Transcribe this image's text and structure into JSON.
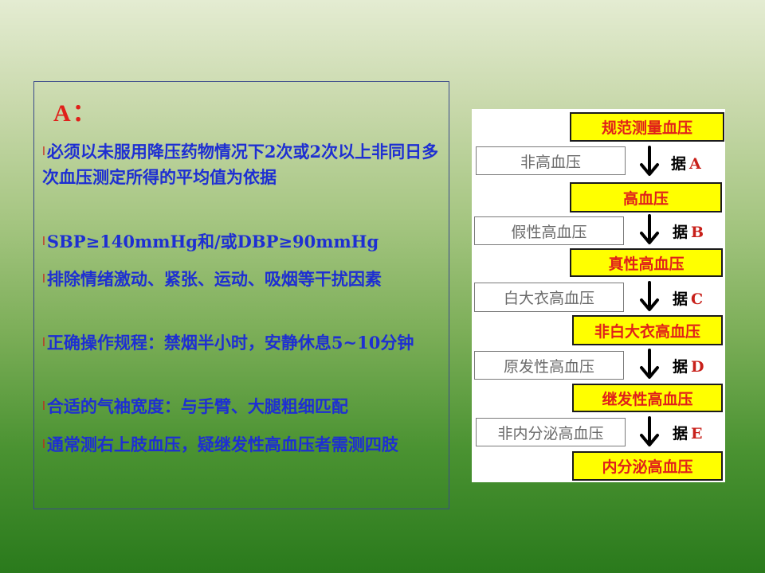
{
  "left": {
    "heading": "A：",
    "bullets": [
      "必须以未服用降压药物情况下2次或2次以上非同日多次血压测定所得的平均值为依据",
      "SBP≥140mmHg和/或DBP≥90mmHg",
      "排除情绪激动、紧张、运动、吸烟等干扰因素",
      "正确操作规程：禁烟半小时，安静休息5~10分钟",
      "合适的气袖宽度：与手臂、大腿粗细匹配",
      "通常测右上肢血压，疑继发性高血压者需测四肢"
    ],
    "bullet_mark": "l"
  },
  "flowchart": {
    "yellow": [
      "规范测量血压",
      "高血压",
      "真性高血压",
      "非白大衣高血压",
      "继发性高血压",
      "内分泌高血压"
    ],
    "grey": [
      "非高血压",
      "假性高血压",
      "白大衣高血压",
      "原发性高血压",
      "非内分泌高血压"
    ],
    "basis_word": "据",
    "basis_letters": [
      "A",
      "B",
      "C",
      "D",
      "E"
    ]
  },
  "colors": {
    "red": "#e0201a",
    "blue": "#1e2fd2",
    "yellow": "#ffff00"
  },
  "icons": {
    "arrow": "down-arrow-icon"
  }
}
